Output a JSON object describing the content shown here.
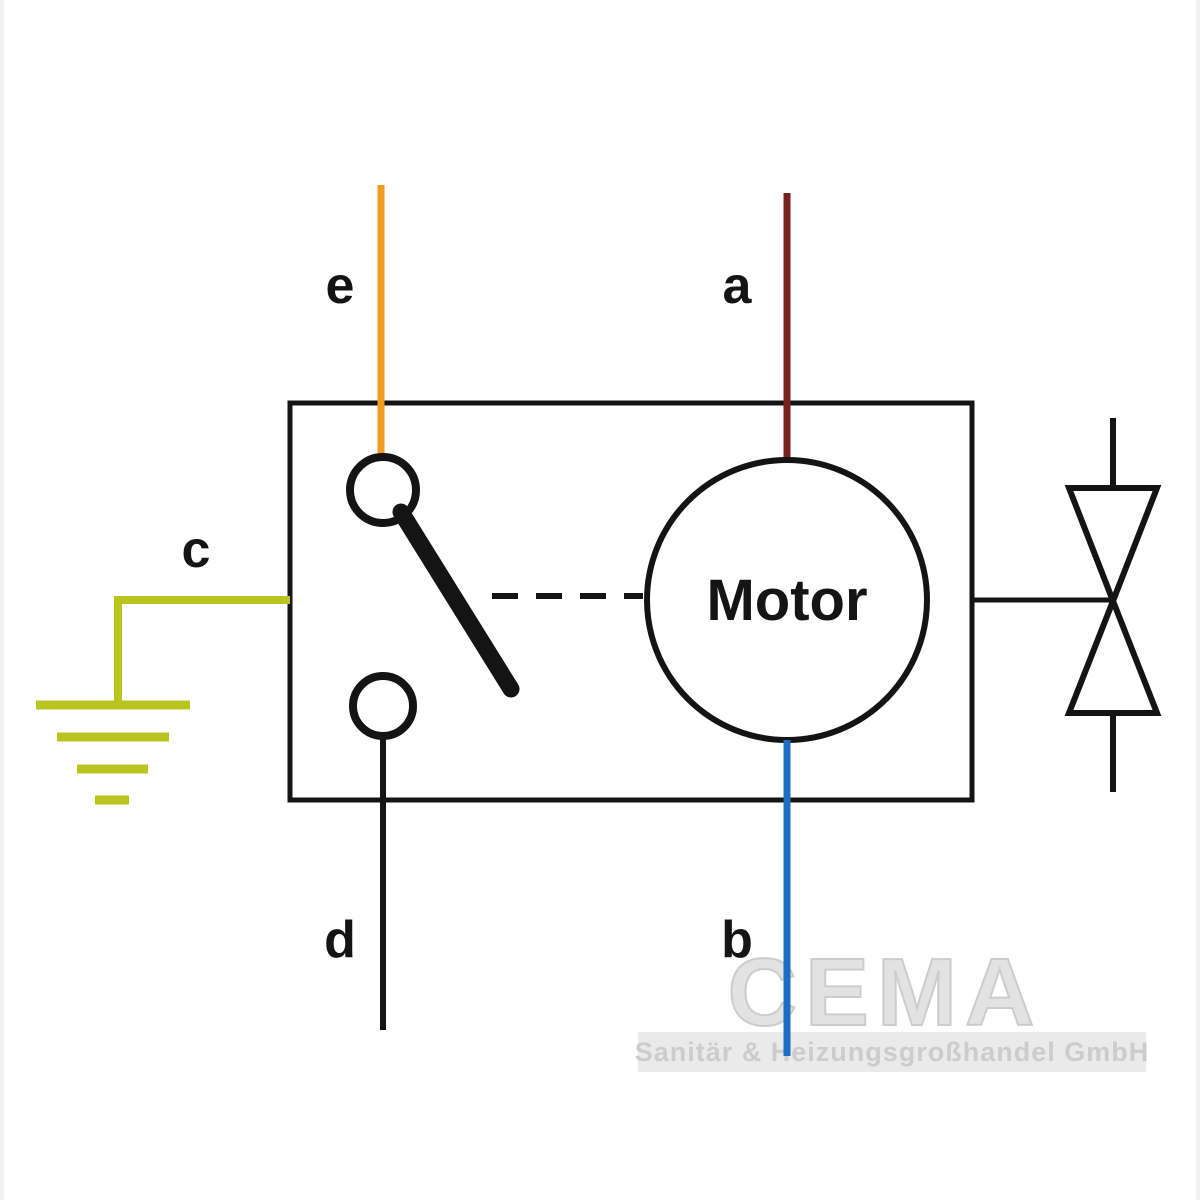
{
  "diagram": {
    "motor_label": "Motor",
    "terminals": {
      "a": "a",
      "b": "b",
      "c": "c",
      "d": "d",
      "e": "e"
    },
    "colors": {
      "outline": "#141414",
      "wire_a": "#7b2020",
      "wire_b": "#1b6ec2",
      "wire_c": "#b9c41e",
      "wire_d": "#141414",
      "wire_e": "#f19c20",
      "ground": "#b9c41e",
      "watermark_fill": "#e2e2e2",
      "watermark_stroke": "#cccccc"
    },
    "watermark": {
      "brand": "CEMA",
      "subtitle": "Sanitär & Heizungsgroßhandel GmbH"
    }
  }
}
